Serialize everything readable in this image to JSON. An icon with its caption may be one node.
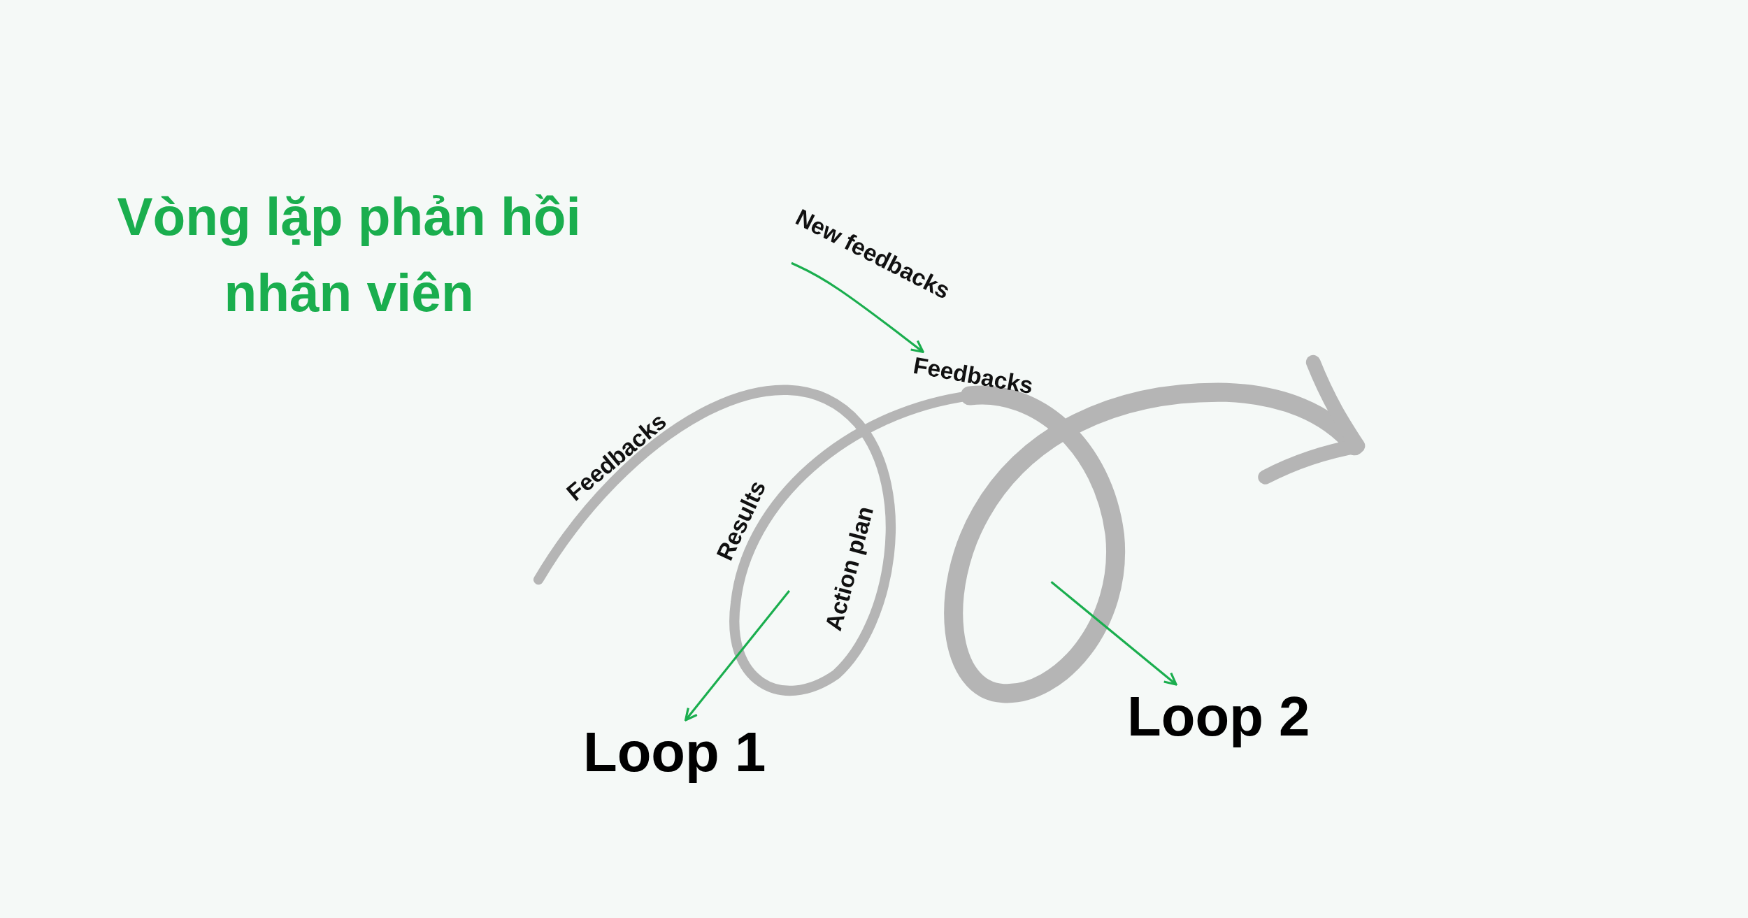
{
  "diagram": {
    "title": "Vòng lặp phản hồi nhân viên",
    "nodes": [
      {
        "text": [
          "New feedbacks"
        ]
      },
      {
        "text": [
          "Feedbacks"
        ]
      },
      {
        "text": [
          "Loop 1"
        ]
      },
      {
        "text": [
          "Loop 2"
        ]
      }
    ],
    "edges": [
      {
        "from": 0,
        "to": 1,
        "arrow": "to"
      },
      {
        "from": null,
        "to": 2,
        "arrow": "to"
      },
      {
        "from": null,
        "to": 3,
        "arrow": "to"
      }
    ],
    "labels": [
      "Feedbacks",
      "Results",
      "Action plan"
    ]
  }
}
